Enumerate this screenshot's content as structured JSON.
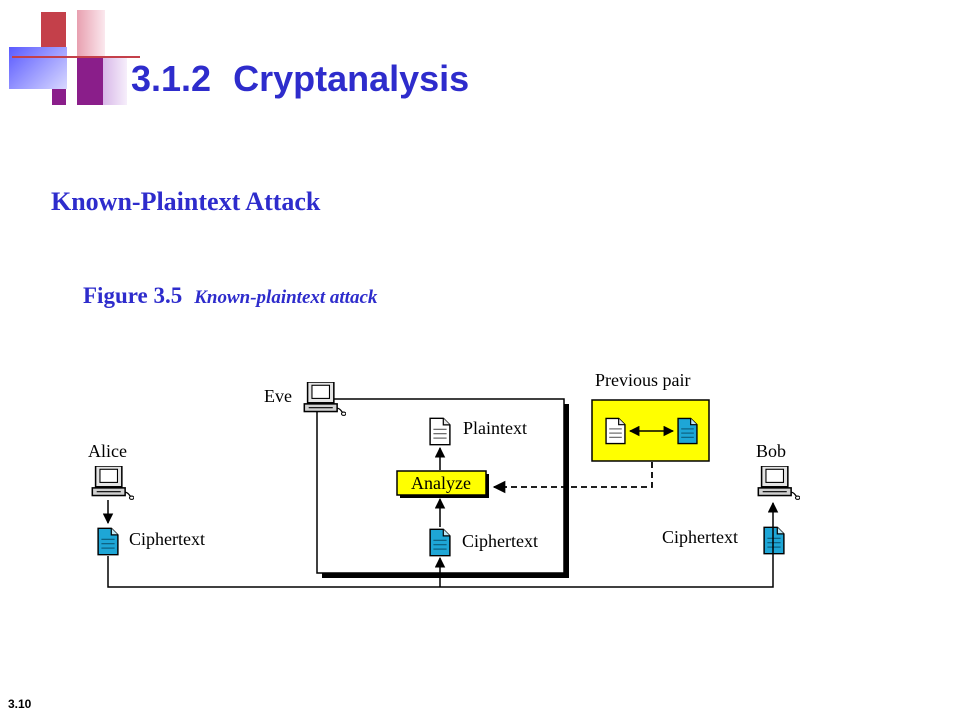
{
  "slide": {
    "title_number": "3.1.2",
    "title_text": "Cryptanalysis",
    "subtitle": "Known-Plaintext Attack",
    "figure_number": "Figure 3.5",
    "figure_title": "Known-plaintext attack",
    "page_number": "3.10"
  },
  "diagram": {
    "eve_label": "Eve",
    "alice_label": "Alice",
    "bob_label": "Bob",
    "plaintext_label": "Plaintext",
    "analyze_label": "Analyze",
    "previous_pair_label": "Previous pair",
    "alice_ciphertext_label": "Ciphertext",
    "eve_ciphertext_label": "Ciphertext",
    "bob_ciphertext_label": "Ciphertext"
  },
  "colors": {
    "title_blue": "#2e2ccc",
    "highlight_yellow": "#ffff00",
    "document_cyan": "#1ea6d6",
    "deco_red": "#c4404a",
    "deco_purple": "#8a1e8a",
    "deco_blue": "#6a6aff"
  }
}
